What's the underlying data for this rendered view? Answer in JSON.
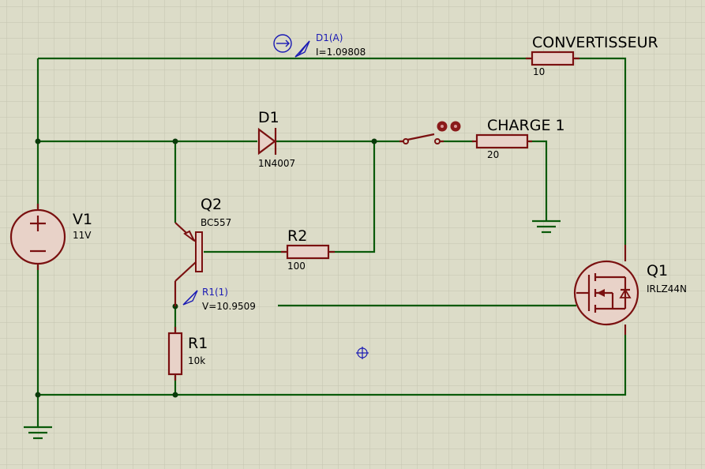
{
  "components": {
    "v1": {
      "name": "V1",
      "value": "11V"
    },
    "d1": {
      "name": "D1",
      "value": "1N4007"
    },
    "q2": {
      "name": "Q2",
      "value": "BC557"
    },
    "r2": {
      "name": "R2",
      "value": "100"
    },
    "r1": {
      "name": "R1",
      "value": "10k"
    },
    "q1": {
      "name": "Q1",
      "value": "IRLZ44N"
    },
    "convertisseur": {
      "name": "CONVERTISSEUR",
      "value": "10"
    },
    "charge1": {
      "name": "CHARGE 1",
      "value": "20"
    }
  },
  "probes": {
    "current": {
      "name": "D1(A)",
      "reading": "I=1.09808"
    },
    "voltage": {
      "name": "R1(1)",
      "reading": "V=10.9509"
    }
  },
  "colors": {
    "background": "#dcdcc8",
    "grid": "#c4c4b0",
    "wire": "#0a5a0a",
    "component": "#7a1010",
    "probe": "#1a1ab4",
    "switch_indicator": "#8a1a1a"
  }
}
